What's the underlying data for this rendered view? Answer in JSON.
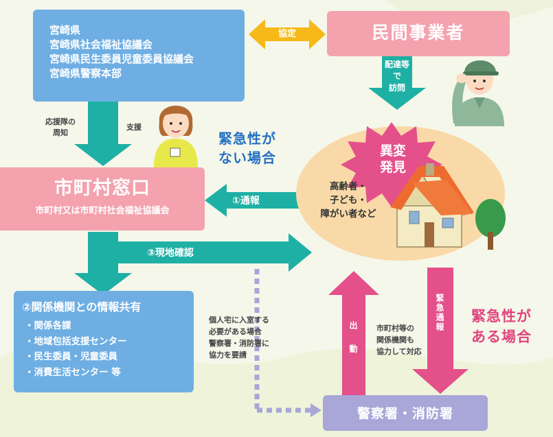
{
  "prefecture_box": {
    "lines": [
      "宮崎県",
      "宮崎県社会福祉協議会",
      "宮崎県民生委員児童委員協議会",
      "宮崎県警察本部"
    ]
  },
  "agreement_label": "協定",
  "private_box": {
    "title": "民間事業者"
  },
  "delivery_label": [
    "配達等",
    "で",
    "訪問"
  ],
  "support_labels": {
    "left": [
      "応援隊の",
      "周知"
    ],
    "right": "支援"
  },
  "not_urgent": [
    "緊急性が",
    "ない場合"
  ],
  "madoguchi": {
    "title": "市町村窓口",
    "subtitle": "市町村又は市町村社会福祉協議会"
  },
  "report_label": "①通報",
  "abnormal_label": [
    "異変",
    "発見"
  ],
  "targets": [
    "高齢者・",
    "子ども・",
    "障がい者など"
  ],
  "onsite_label": "③現地確認",
  "share_box": {
    "title": "②関係機関との情報共有",
    "items": [
      "関係各課",
      "地域包括支援センター",
      "民生委員・児童委員",
      "消費生活センター 等"
    ]
  },
  "entry_request": [
    "個人宅に入室する",
    "必要がある場合",
    "警察署・消防署に",
    "協力を要請"
  ],
  "dispatch_label": "出動",
  "cooperate": [
    "市町村等の",
    "関係機関も",
    "協力して対応"
  ],
  "emergency_label": "緊急通報",
  "urgent": [
    "緊急性が",
    "ある場合"
  ],
  "police_box": {
    "title": "警察署・消防署"
  },
  "colors": {
    "blue_box": "#6eaee3",
    "pink_box": "#f3a2ae",
    "purple_box": "#a9a6d8",
    "teal_arrow": "#1fb0a5",
    "magenta_arrow": "#e4508a",
    "yellow_arrow": "#f6b919",
    "title_blue": "#2470c4",
    "title_magenta": "#e0457f"
  }
}
